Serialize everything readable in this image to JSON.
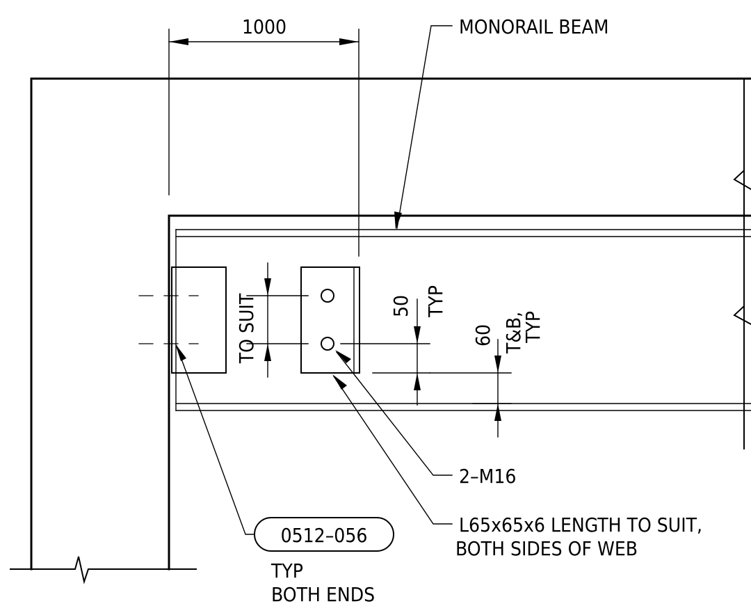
{
  "labels": {
    "dim_1000": "1000",
    "monorail_beam": "MONORAIL BEAM",
    "to_suit": "TO SUIT",
    "dim_50": "50",
    "typ_50": "TYP",
    "dim_60": "60",
    "tb": "T&B,",
    "typ_60": "TYP",
    "bolts": "2–M16",
    "angle_line1": "L65x65x6 LENGTH TO SUIT,",
    "angle_line2": "BOTH SIDES OF WEB",
    "ref_tag": "0512–056",
    "typ_both_line1": "TYP",
    "typ_both_line2": "BOTH ENDS"
  }
}
